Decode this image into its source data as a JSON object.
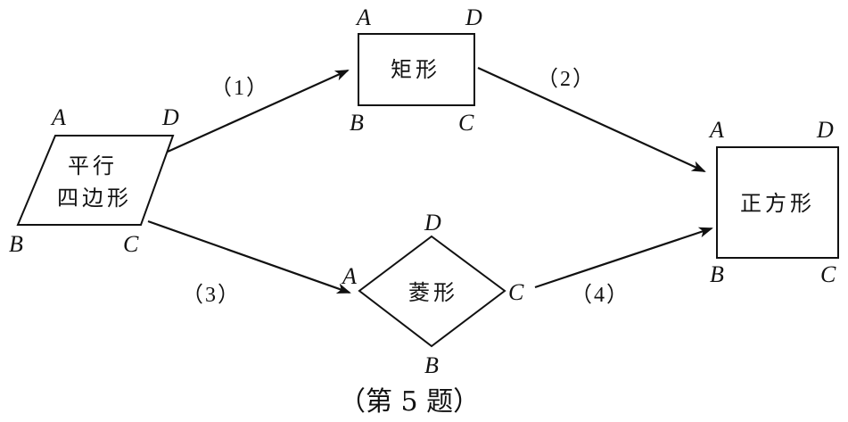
{
  "nodes": {
    "parallelogram": {
      "line1": "平行",
      "line2": "四边形",
      "vertices": {
        "a": "A",
        "b": "B",
        "c": "C",
        "d": "D"
      }
    },
    "rectangle": {
      "label": "矩形",
      "vertices": {
        "a": "A",
        "b": "B",
        "c": "C",
        "d": "D"
      }
    },
    "rhombus": {
      "label": "菱形",
      "vertices": {
        "a": "A",
        "b": "B",
        "c": "C",
        "d": "D"
      }
    },
    "square": {
      "label": "正方形",
      "vertices": {
        "a": "A",
        "b": "B",
        "c": "C",
        "d": "D"
      }
    }
  },
  "edges": [
    {
      "from": "parallelogram",
      "to": "rectangle",
      "label": "（1）"
    },
    {
      "from": "rectangle",
      "to": "square",
      "label": "（2）"
    },
    {
      "from": "parallelogram",
      "to": "rhombus",
      "label": "（3）"
    },
    {
      "from": "rhombus",
      "to": "square",
      "label": "（4）"
    }
  ],
  "caption": "（第 5 题）"
}
